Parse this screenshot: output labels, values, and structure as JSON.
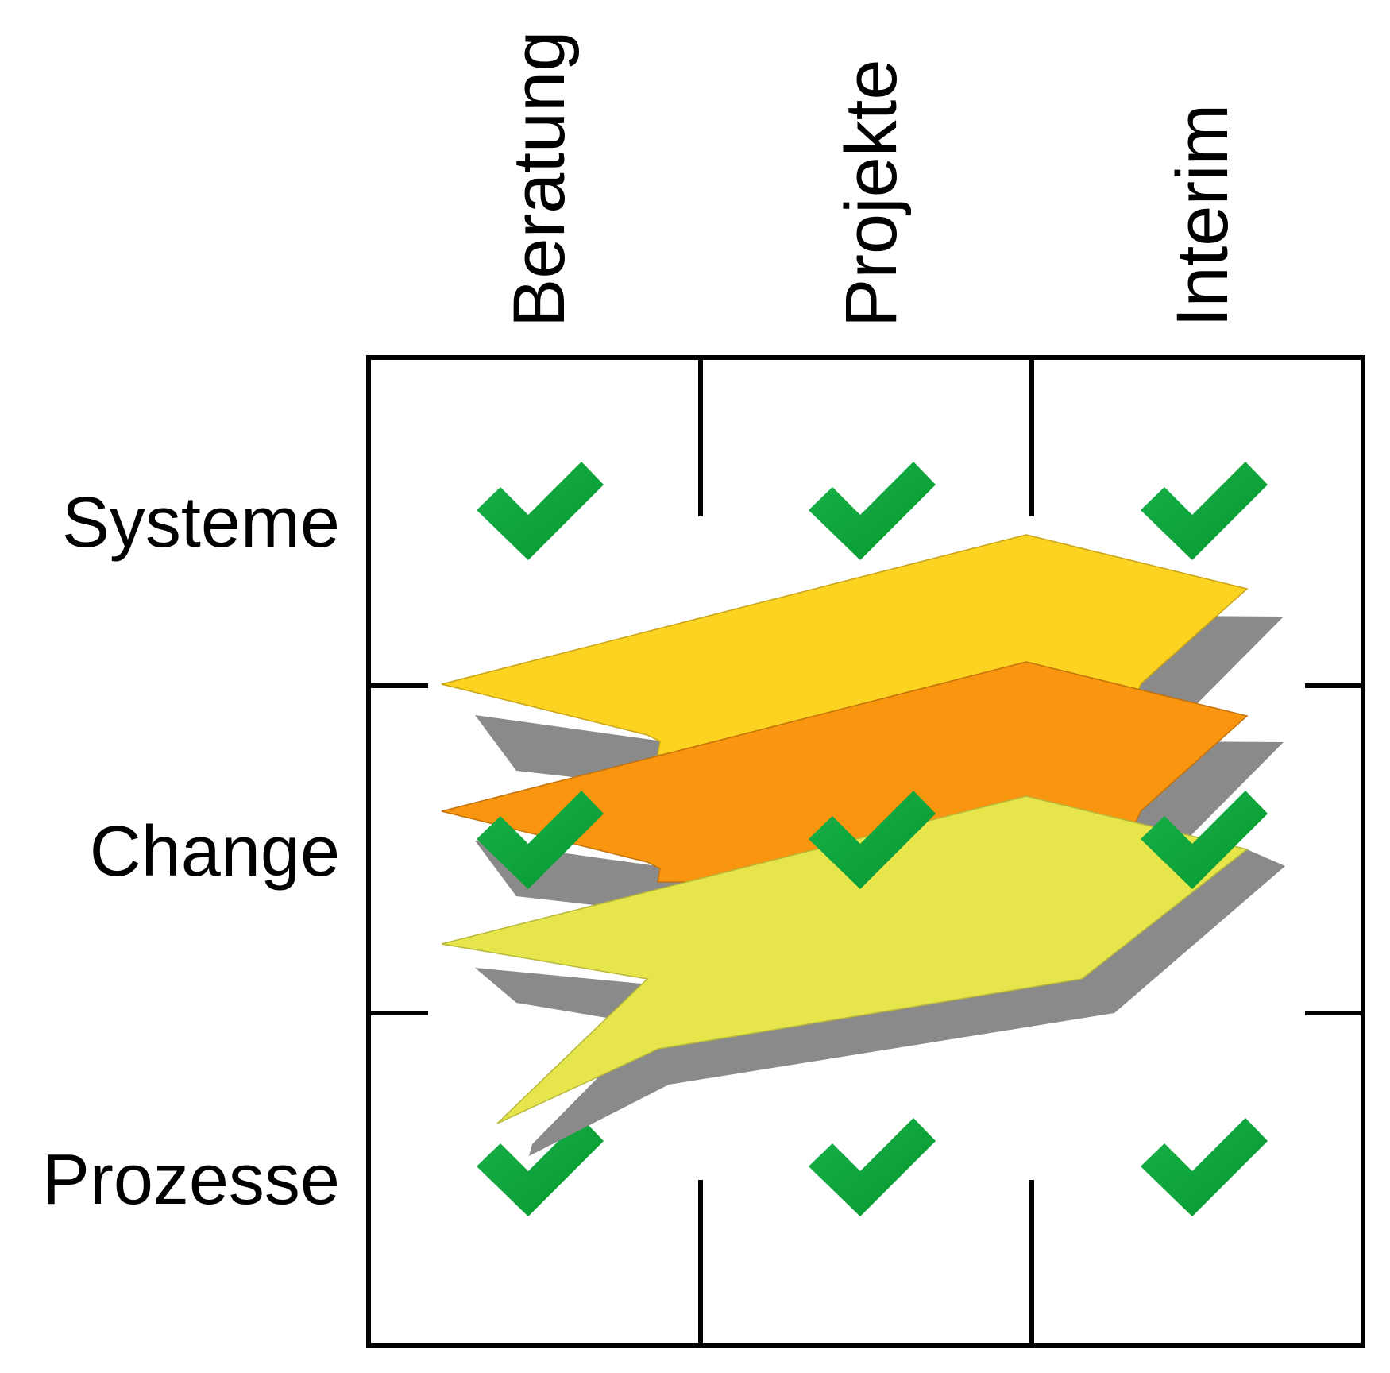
{
  "columns": [
    {
      "label": "Beratung"
    },
    {
      "label": "Projekte"
    },
    {
      "label": "Interim"
    }
  ],
  "rows": [
    {
      "label": "Systeme",
      "checks": [
        true,
        true,
        true
      ]
    },
    {
      "label": "Change",
      "checks": [
        true,
        true,
        true
      ]
    },
    {
      "label": "Prozesse",
      "checks": [
        true,
        true,
        true
      ]
    }
  ],
  "bands": [
    {
      "name": "top-band",
      "color": "#FCD321"
    },
    {
      "name": "middle-band",
      "color": "#F9950F"
    },
    {
      "name": "bottom-band",
      "color": "#E6E64C"
    }
  ],
  "colors": {
    "check": "#0DA43A",
    "shadow": "#8A8A8A",
    "grid": "#000000"
  }
}
